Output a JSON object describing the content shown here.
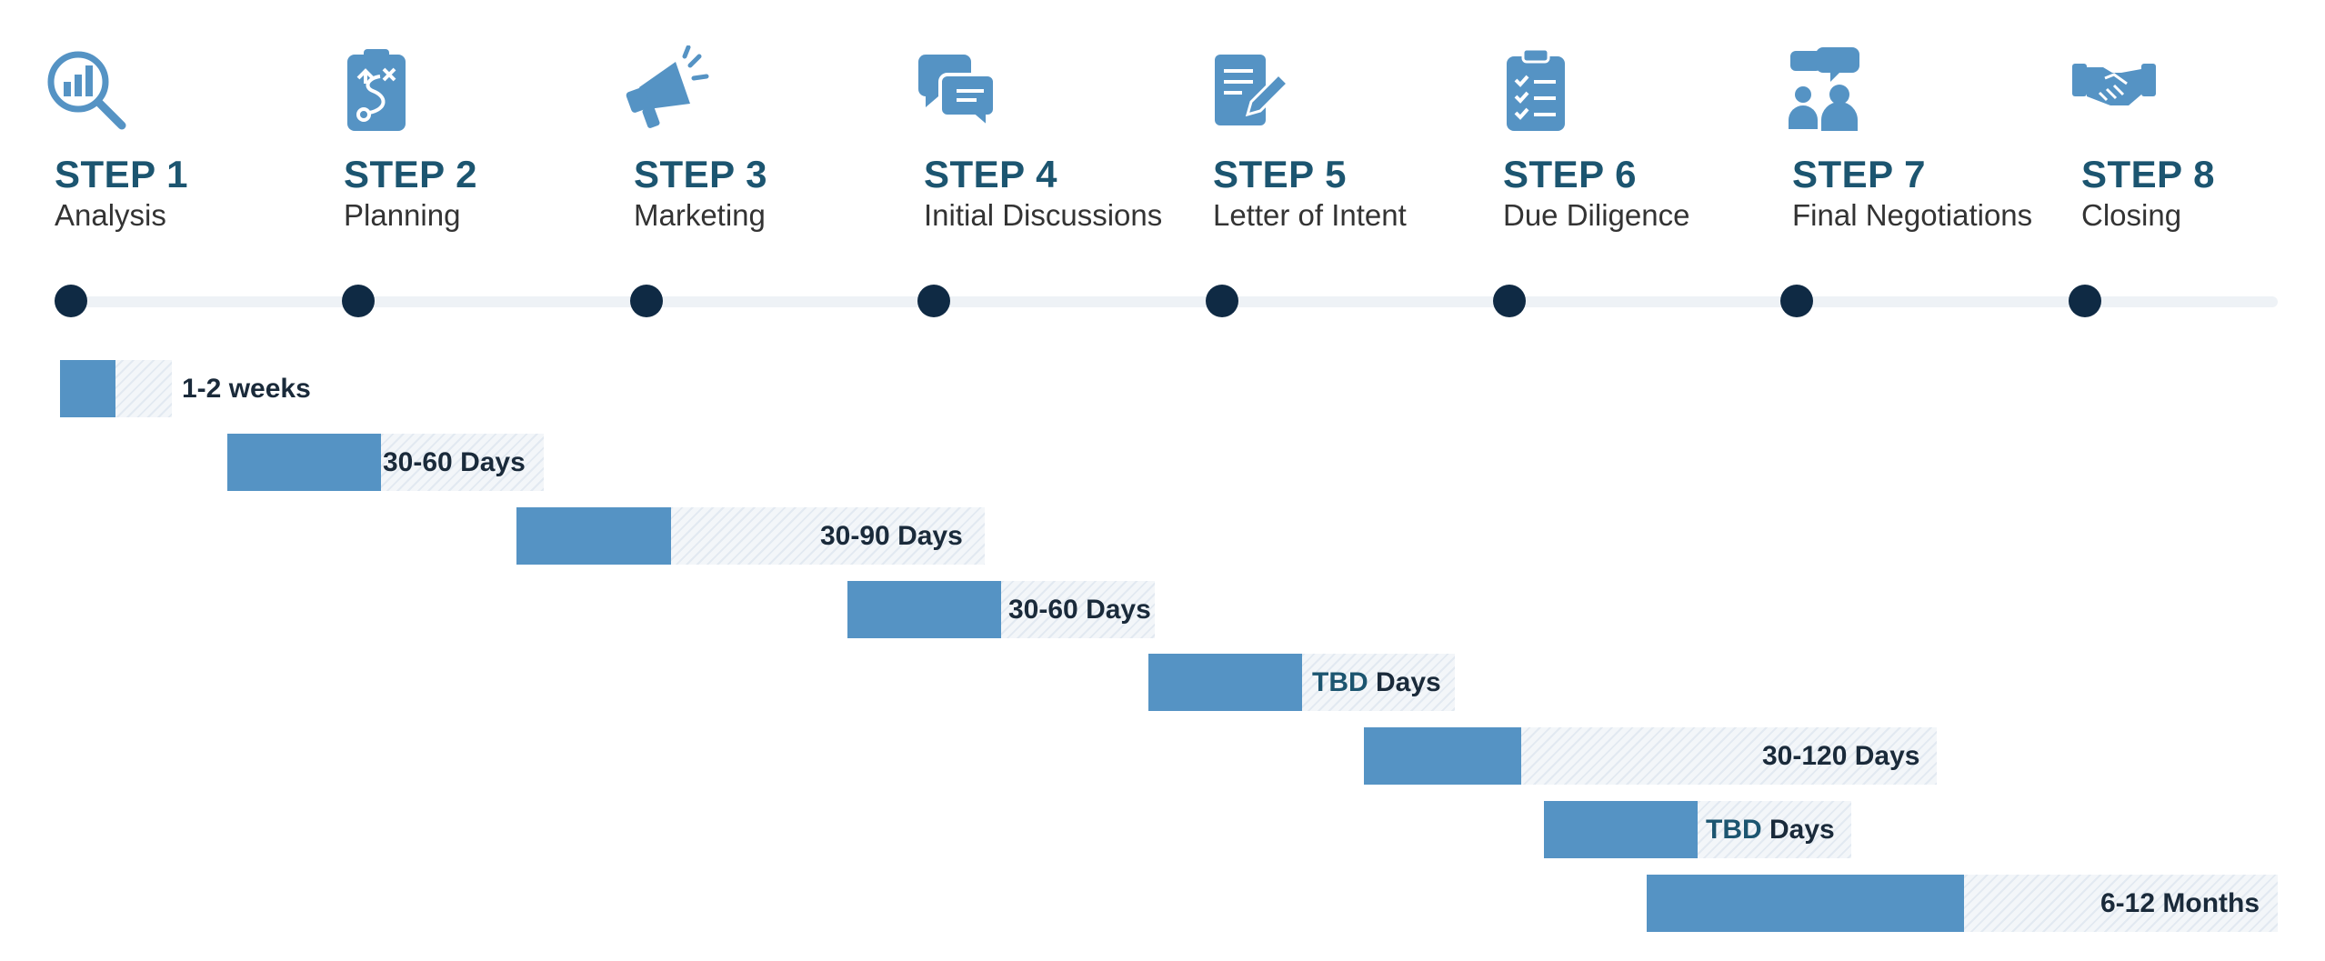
{
  "colors": {
    "step_heading": "#1c5570",
    "icon_blue": "#5593c4",
    "dot": "#0f2a44",
    "bar_min": "#5593c4",
    "bar_range": "#f3f6f9",
    "text": "#1a2a3a"
  },
  "steps": [
    {
      "step": "STEP 1",
      "name": "Analysis",
      "icon": "magnifier-chart-icon"
    },
    {
      "step": "STEP 2",
      "name": "Planning",
      "icon": "strategy-clipboard-icon"
    },
    {
      "step": "STEP 3",
      "name": "Marketing",
      "icon": "megaphone-icon"
    },
    {
      "step": "STEP 4",
      "name": "Initial Discussions",
      "icon": "chat-bubbles-icon"
    },
    {
      "step": "STEP 5",
      "name": "Letter of Intent",
      "icon": "document-pen-icon"
    },
    {
      "step": "STEP 6",
      "name": "Due Diligence",
      "icon": "checklist-clipboard-icon"
    },
    {
      "step": "STEP 7",
      "name": "Final Negotiations",
      "icon": "people-talking-icon"
    },
    {
      "step": "STEP 8",
      "name": "Closing",
      "icon": "handshake-icon"
    }
  ],
  "durations": [
    {
      "label_main": "1-2 weeks",
      "label_suffix": ""
    },
    {
      "label_main": "30-60 Days",
      "label_suffix": ""
    },
    {
      "label_main": "30-90 Days",
      "label_suffix": ""
    },
    {
      "label_main": "30-60 Days",
      "label_suffix": ""
    },
    {
      "label_main": "TBD",
      "label_suffix": " Days"
    },
    {
      "label_main": "30-120 Days",
      "label_suffix": ""
    },
    {
      "label_main": "TBD",
      "label_suffix": " Days"
    },
    {
      "label_main": "6-12 Months",
      "label_suffix": ""
    }
  ]
}
